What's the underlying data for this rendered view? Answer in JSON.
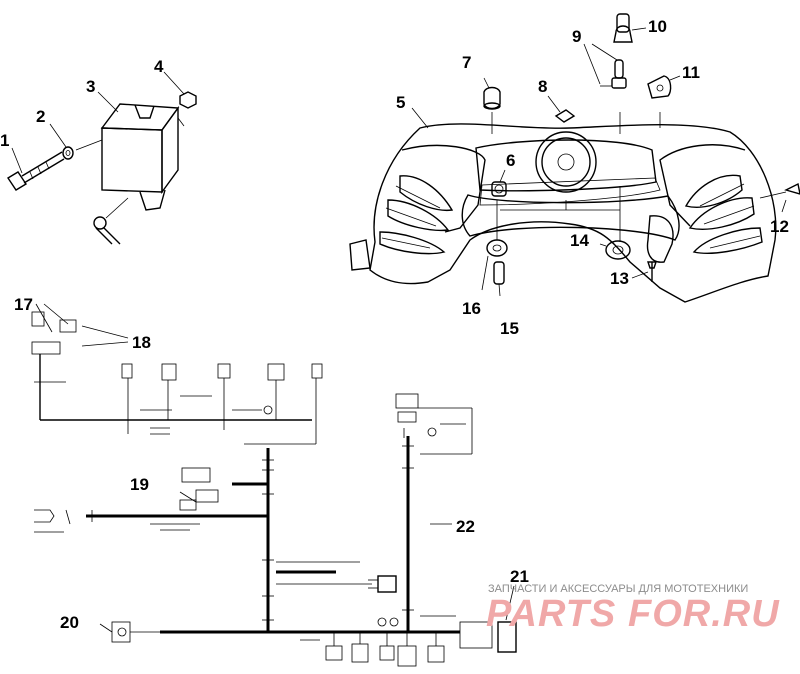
{
  "callouts": [
    "1",
    "2",
    "3",
    "4",
    "5",
    "6",
    "7",
    "8",
    "9",
    "10",
    "11",
    "12",
    "13",
    "14",
    "15",
    "16",
    "17",
    "18",
    "19",
    "20",
    "21",
    "22"
  ],
  "watermark": {
    "tagline": "ЗАПЧАСТИ И АКСЕССУАРЫ ДЛЯ МОТОТЕХНИКИ",
    "brand_left": "PARTS",
    "brand_right": "FOR.RU"
  },
  "colors": {
    "ink": "#000000",
    "watermark_brand": "#f0a8a8",
    "watermark_text": "#8c8c8c"
  }
}
